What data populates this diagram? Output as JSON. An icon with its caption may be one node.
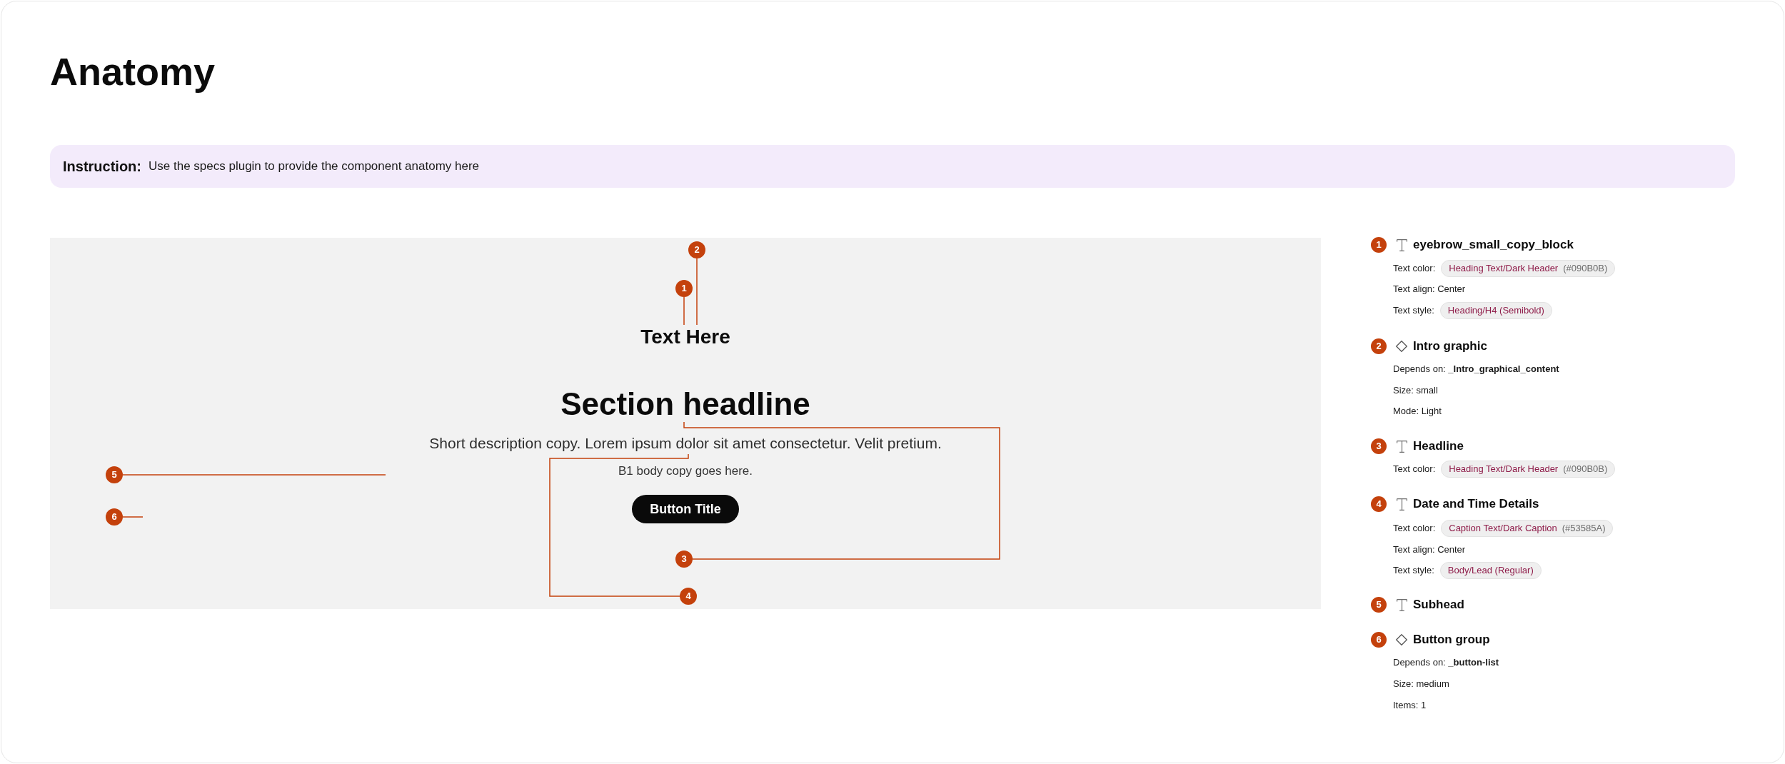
{
  "diagram": {
    "title": "Anatomy",
    "nodes": [
      {
        "text": [
          "Instruction:",
          "Use the specs plugin to provide the component anatomy here"
        ]
      },
      {
        "text": [],
        "shape": "box"
      },
      {
        "text": [
          "2"
        ],
        "in": 1
      },
      {
        "text": [
          "1"
        ],
        "in": 1
      },
      {
        "text": [
          "Text Here"
        ],
        "in": 1
      },
      {
        "text": [
          "Section headline"
        ],
        "in": 1
      },
      {
        "text": [
          "Short description copy. Lorem ipsum dolor sit amet consectetur. Velit pretium."
        ],
        "in": 1
      },
      {
        "text": [
          "5"
        ],
        "in": 1
      },
      {
        "text": [
          "6"
        ],
        "in": 1
      },
      {
        "text": [
          "Button Title"
        ],
        "in": 1
      },
      {
        "text": [
          "3"
        ],
        "in": 1
      },
      {
        "text": [
          "4"
        ],
        "in": 1
      },
      {
        "text": [
          "1"
        ]
      },
      {
        "text": [
          "Heading Text/Dark Header",
          "(#090B0B)"
        ]
      },
      {
        "text": [
          "Heading/H4 (Semibold)"
        ]
      },
      {
        "text": [
          "2"
        ]
      },
      {
        "text": [
          "3"
        ]
      },
      {
        "text": [
          "Heading Text/Dark Header",
          "(#090B0B)"
        ]
      },
      {
        "text": [
          "4"
        ]
      },
      {
        "text": [
          "Caption Text/Dark Caption",
          "(#53585A)"
        ]
      },
      {
        "text": [
          "Body/Lead (Regular)"
        ]
      },
      {
        "text": [
          "5"
        ]
      },
      {
        "text": [
          "6"
        ]
      }
    ],
    "edges": [
      {
        "from": 3,
        "to": 4,
        "arrow": "none"
      },
      {
        "from": 2,
        "to": 4,
        "arrow": "none"
      },
      {
        "from": 10,
        "to": 5,
        "arrow": "none"
      },
      {
        "from": 11,
        "to": 6,
        "arrow": "none"
      },
      {
        "from": 7,
        "to": null,
        "arrow": "none"
      },
      {
        "from": 8,
        "to": null,
        "arrow": "none"
      }
    ],
    "labels": [
      "B1 body copy goes here.",
      "eyebrow_small_copy_block",
      "Text color:",
      "Text align: Center",
      "Text style:",
      "Intro graphic",
      "Depends on: **_Intro_graphical_content**",
      "Size: small",
      "Mode: Light",
      "Headline",
      "Text color:",
      "Date and Time Details",
      "Text color:",
      "Text align: Center",
      "Text style:",
      "Subhead",
      "Button group",
      "Depends on: **_button-list**",
      "Size: medium",
      "Items: 1"
    ]
  }
}
